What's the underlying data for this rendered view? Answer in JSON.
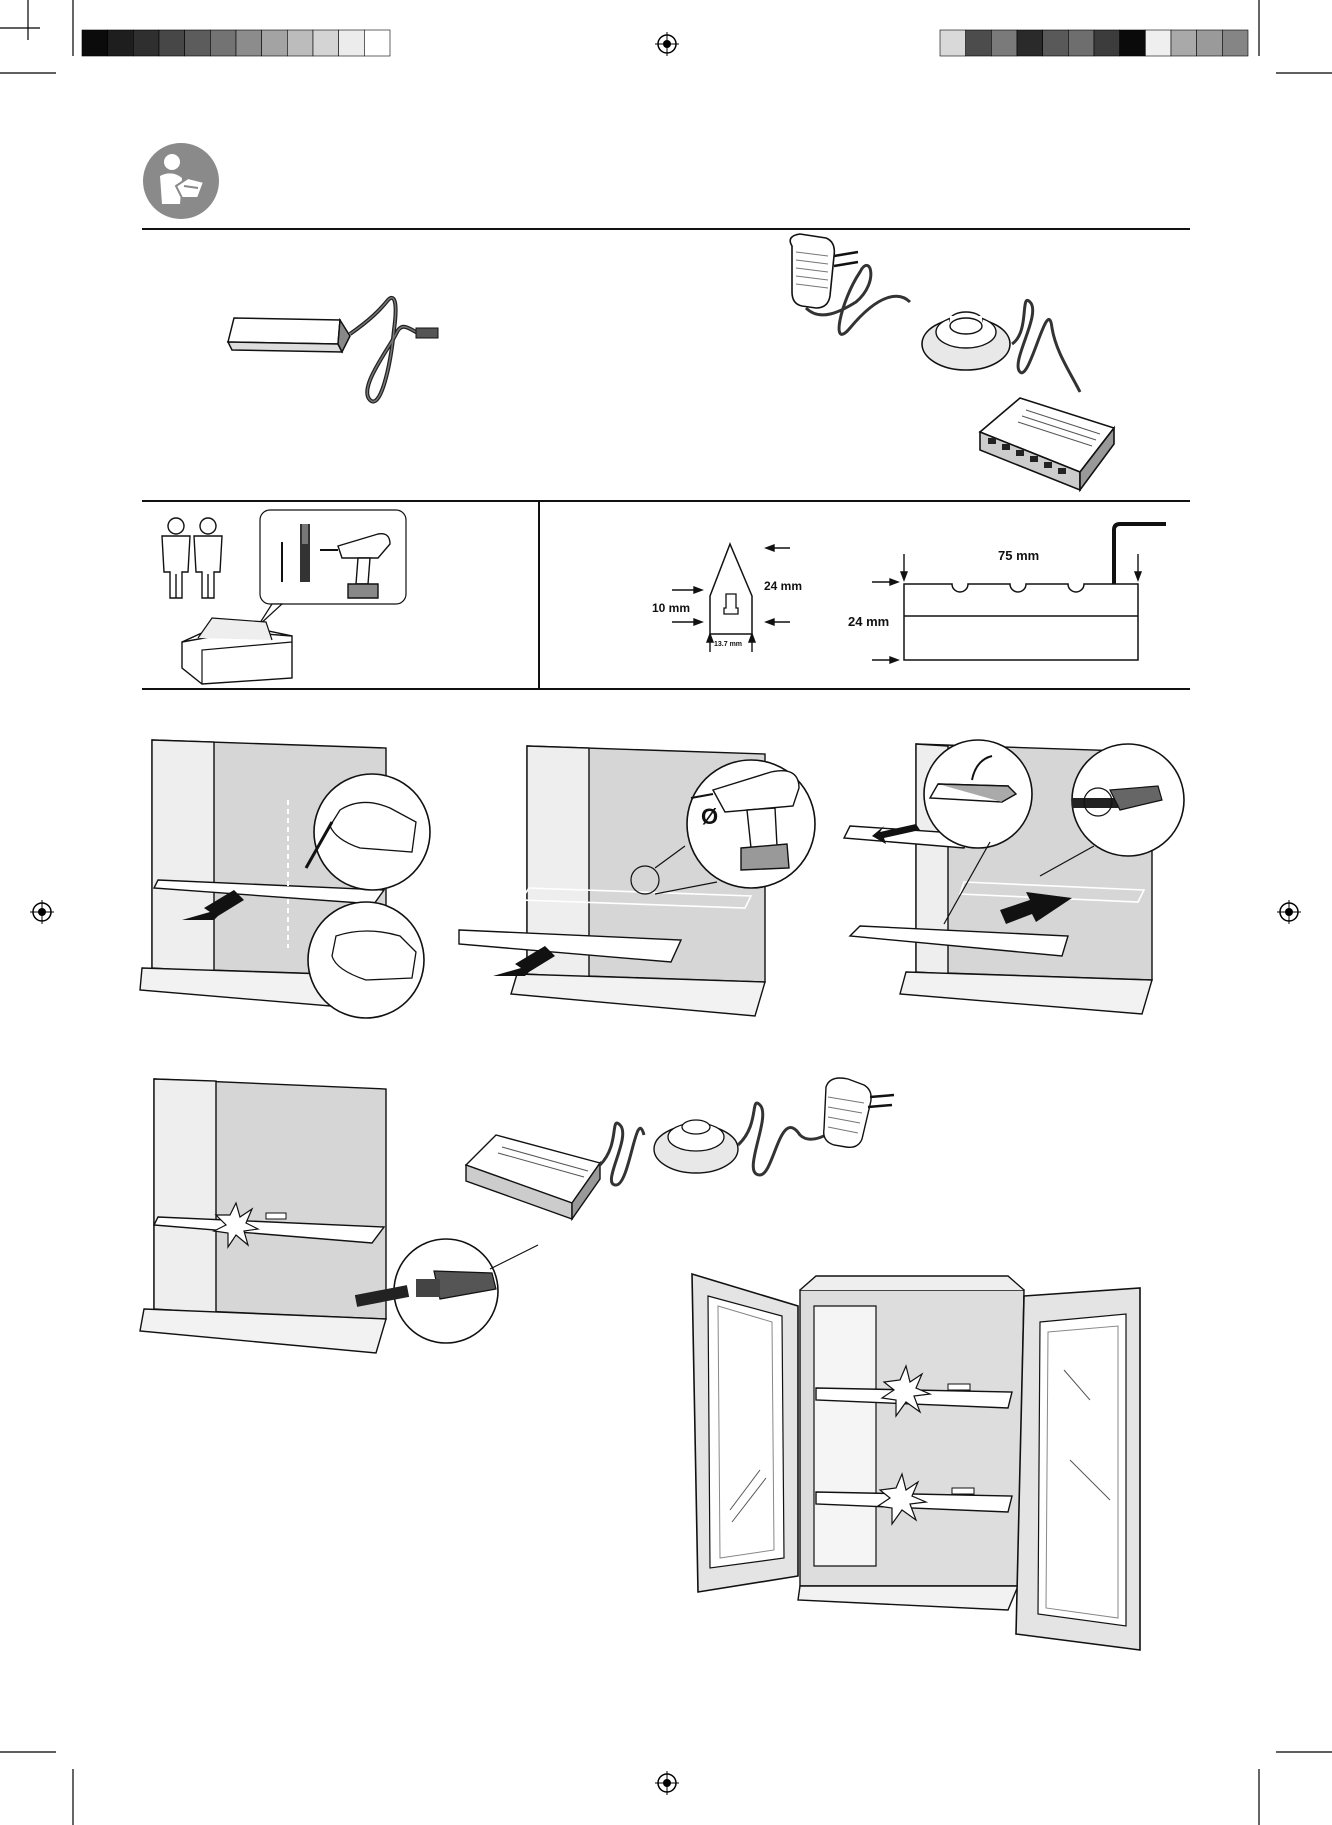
{
  "page": {
    "color_bar_left": [
      "#0b0b0b",
      "#1e1e1e",
      "#2f2f2f",
      "#474747",
      "#5c5c5c",
      "#737373",
      "#8c8c8c",
      "#a3a3a3",
      "#bcbcbc",
      "#d4d4d4",
      "#ececec",
      "#ffffff"
    ],
    "color_bar_right": [
      "#d9d9d9",
      "#4c4c4c",
      "#7a7a7a",
      "#2a2a2a",
      "#595959",
      "#6e6e6e",
      "#3c3c3c",
      "#0a0a0a",
      "#efefef",
      "#a9a9a9",
      "#9a9a9a",
      "#858585"
    ],
    "icons": [
      "read-manual-icon",
      "registration-mark-icon",
      "drill-icon",
      "pencil-icon",
      "screwdriver-icon",
      "toolbox-icon",
      "led-strip-icon",
      "power-adapter-icon",
      "foot-switch-icon",
      "distributor-box-icon",
      "connector-plug-icon",
      "spark-icon"
    ]
  },
  "dimensions": {
    "groove_depth": "24 mm",
    "groove_width": "10 mm",
    "slot_width": "13.7 mm",
    "shelf_spacing": "75 mm",
    "shelf_height": "24 mm"
  },
  "symbols": {
    "diameter": "Ø"
  }
}
